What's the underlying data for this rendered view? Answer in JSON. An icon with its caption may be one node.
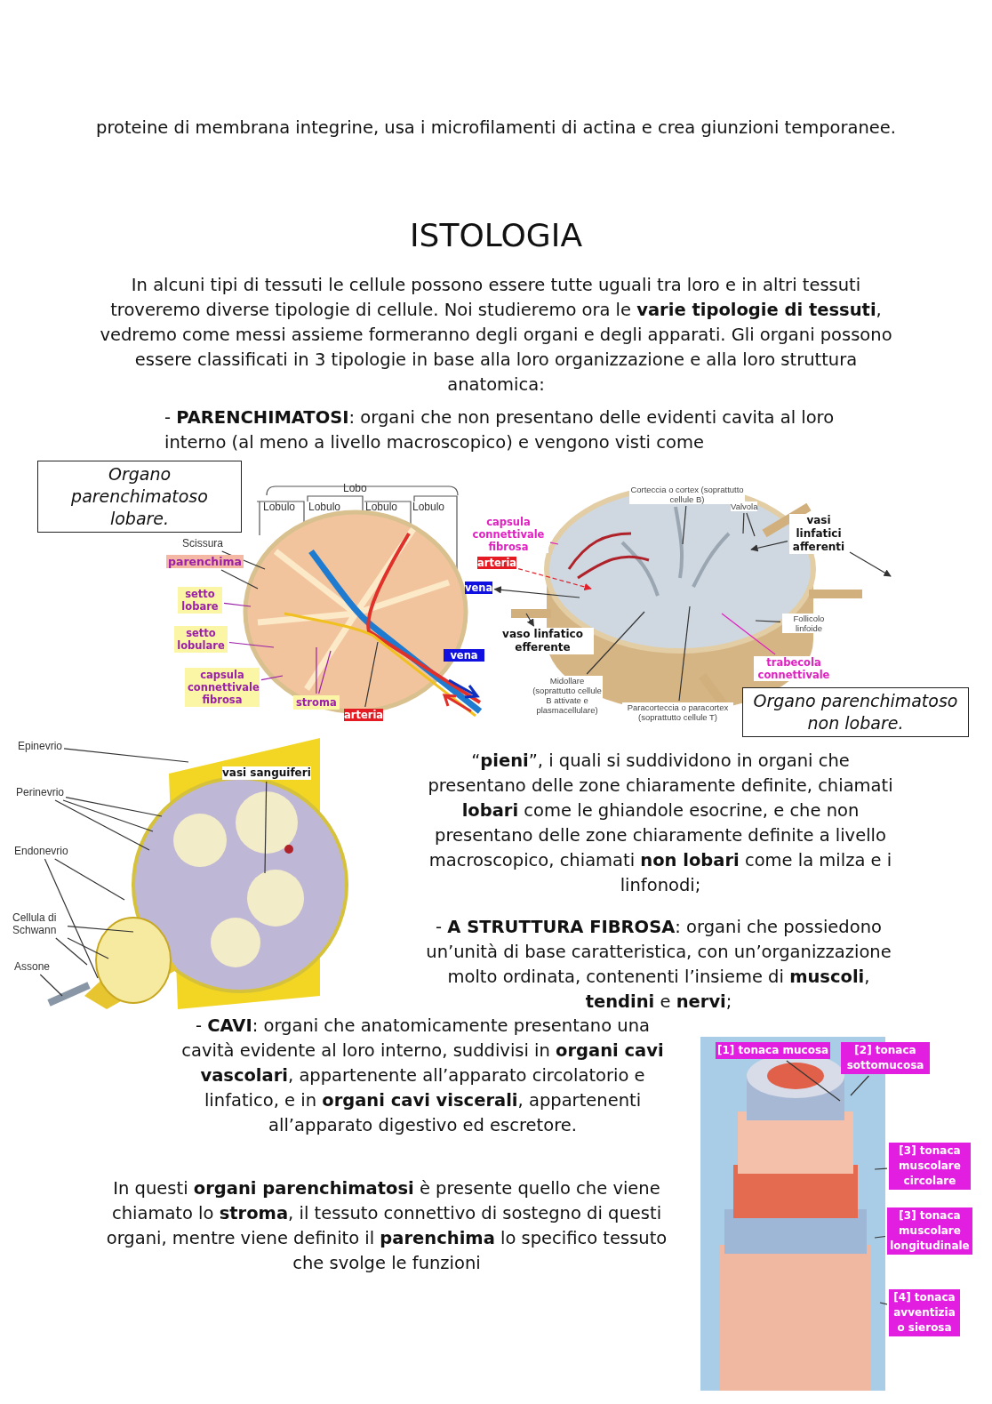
{
  "diagram": {
    "title": "ISTOLOGIA",
    "nodes": [
      {
        "text": [
          "Organo parenchimatoso lobare."
        ]
      },
      {
        "text": [
          "Scissura"
        ]
      },
      {
        "text": [
          "parenchima"
        ]
      },
      {
        "text": [
          "setto lobare"
        ]
      },
      {
        "text": [
          "setto lobulare"
        ]
      },
      {
        "text": [
          "capsula connettivale fibrosa"
        ]
      },
      {
        "text": [
          "stroma"
        ]
      },
      {
        "text": [
          "arteria"
        ]
      },
      {
        "text": [
          "capsula connettivale fibrosa"
        ]
      },
      {
        "text": [
          "arteria"
        ]
      },
      {
        "text": [
          "vena"
        ]
      },
      {
        "text": [
          "vaso linfatico efferente"
        ]
      },
      {
        "text": [
          "Corteccia o cortex (soprattutto cellule B)"
        ]
      },
      {
        "text": [
          "Valvola"
        ]
      },
      {
        "text": [
          "vasi linfatici afferenti"
        ]
      },
      {
        "text": [
          "Follicolo linfoide"
        ]
      },
      {
        "text": [
          "Midollare (soprattutto cellule B attivate e plasmacellulare)"
        ]
      },
      {
        "text": [
          "Paracorteccia o paracortex (soprattutto cellule T)"
        ]
      },
      {
        "text": [
          "trabecola connettivale"
        ]
      },
      {
        "text": [
          "Organo parenchimatoso non lobare."
        ]
      },
      {
        "text": [
          "Epinevrio"
        ]
      },
      {
        "text": [
          "vasi sanguiferi"
        ]
      },
      {
        "text": [
          "Perinevrio"
        ]
      },
      {
        "text": [
          "Endonevrio"
        ]
      },
      {
        "text": [
          "Cellula di Schwann"
        ]
      },
      {
        "text": [
          "Assone"
        ]
      },
      {
        "text": [
          "[1] tonaca mucosa"
        ]
      },
      {
        "text": [
          "[2] tonaca sottomucosa"
        ]
      },
      {
        "text": [
          "[3] tonaca muscolare circolare"
        ]
      },
      {
        "text": [
          "[3] tonaca muscolare longitudinale"
        ]
      },
      {
        "text": [
          "[4] tonaca avventizia o sierosa"
        ]
      }
    ],
    "edges": [
      {
        "from": 1,
        "to": null,
        "arrow": "none"
      },
      {
        "from": 2,
        "to": null,
        "arrow": "none"
      },
      {
        "from": 3,
        "to": null,
        "arrow": "none",
        "color": "#9b1fa8"
      },
      {
        "from": 4,
        "to": null,
        "arrow": "none",
        "color": "#9b1fa8"
      },
      {
        "from": 5,
        "to": null,
        "arrow": "none",
        "color": "#9b1fa8"
      },
      {
        "from": 6,
        "to": null,
        "arrow": "none",
        "color": "#9b1fa8"
      },
      {
        "from": 6,
        "to": null,
        "arrow": "none",
        "color": "#9b1fa8"
      },
      {
        "from": 7,
        "to": null,
        "arrow": "none"
      },
      {
        "from": 8,
        "to": null,
        "arrow": "none",
        "color": "#e020c0"
      },
      {
        "from": 9,
        "to": null,
        "arrow": "to",
        "style": "dashed",
        "color": "#e0202a"
      },
      {
        "from": null,
        "to": 10,
        "arrow": "to"
      },
      {
        "from": null,
        "to": 11,
        "arrow": "to"
      },
      {
        "from": 12,
        "to": null,
        "arrow": "none"
      },
      {
        "from": 13,
        "to": null,
        "arrow": "none"
      },
      {
        "from": 13,
        "to": null,
        "arrow": "none"
      },
      {
        "from": 14,
        "to": null,
        "arrow": "to"
      },
      {
        "from": 14,
        "to": null,
        "arrow": "to"
      },
      {
        "from": 15,
        "to": null,
        "arrow": "none"
      },
      {
        "from": 16,
        "to": null,
        "arrow": "none"
      },
      {
        "from": 17,
        "to": null,
        "arrow": "none"
      },
      {
        "from": 18,
        "to": null,
        "arrow": "none",
        "color": "#e020c0"
      },
      {
        "from": 20,
        "to": null,
        "arrow": "none"
      },
      {
        "from": 21,
        "to": null,
        "arrow": "none"
      },
      {
        "from": 22,
        "to": null,
        "arrow": "none"
      },
      {
        "from": 22,
        "to": null,
        "arrow": "none"
      },
      {
        "from": 22,
        "to": null,
        "arrow": "none"
      },
      {
        "from": 23,
        "to": null,
        "arrow": "none"
      },
      {
        "from": 23,
        "to": null,
        "arrow": "none"
      },
      {
        "from": 24,
        "to": null,
        "arrow": "none"
      },
      {
        "from": 24,
        "to": null,
        "arrow": "none"
      },
      {
        "from": 24,
        "to": null,
        "arrow": "none"
      },
      {
        "from": 25,
        "to": null,
        "arrow": "none"
      },
      {
        "from": 26,
        "to": null,
        "arrow": "none"
      },
      {
        "from": 27,
        "to": null,
        "arrow": "none"
      },
      {
        "from": 28,
        "to": null,
        "arrow": "none"
      },
      {
        "from": 29,
        "to": null,
        "arrow": "none"
      },
      {
        "from": 30,
        "to": null,
        "arrow": "none"
      }
    ],
    "labels": [
      "proteine di membrana integrine, usa i microfilamenti di actina e crea giunzioni temporanee.",
      "In alcuni tipi di tessuti le cellule possono essere tutte uguali tra loro e in altri tessuti troveremo diverse tipologie di cellule. Noi studieremo ora le **varie tipologie di tessuti**, vedremo come messi assieme formeranno degli organi e degli apparati. Gli organi possono essere classificati in 3 tipologie in base alla loro organizzazione e alla loro struttura anatomica:",
      "- **PARENCHIMATOSI**: organi che non presentano delle evidenti cavita al loro interno (al meno a livello macroscopico) e vengono visti come",
      "Lobo",
      "Lobulo",
      "Lobulo",
      "Lobulo",
      "Lobulo",
      "vena",
      "“**pieni**”, i quali si suddividono in organi che presentano delle zone chiaramente definite, chiamati **lobari** come le ghiandole esocrine, e che non presentano delle zone chiaramente definite a livello macroscopico, chiamati **non lobari** come la milza e i linfonodi;",
      "- **A STRUTTURA FIBROSA**: organi che possiedono un’unità di base caratteristica, con un’organizzazione molto ordinata, contenenti l’insieme di **muscoli**, **tendini** e **nervi**;",
      "- **CAVI**: organi che anatomicamente presentano una cavità evidente al loro interno, suddivisi in **organi cavi vascolari**, appartenente all’apparato circolatorio e linfatico, e in **organi cavi viscerali**, appartenenti all’apparato digestivo ed escretore.",
      "In questi **organi parenchimatosi** è presente quello che viene chiamato lo **stroma**, il tessuto connettivo di sostegno di questi organi, mentre viene definito il **parenchima** lo specifico tessuto che svolge le funzioni"
    ]
  }
}
